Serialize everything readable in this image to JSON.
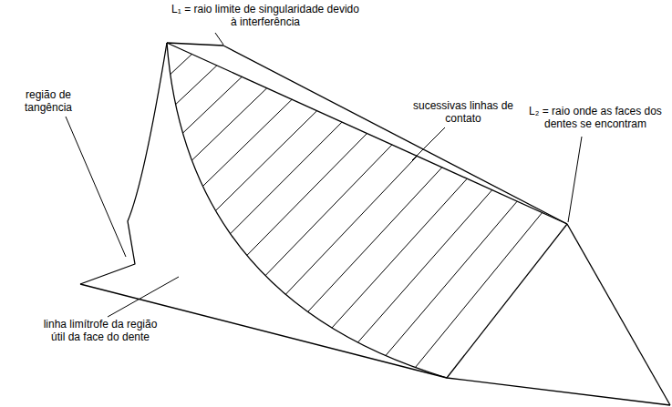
{
  "diagram": {
    "labels": [
      "L₁ = raio limite de singularidade devido à interferência",
      "região de tangência",
      "sucessivas linhas de contato",
      "L₂ = raio onde as faces dos dentes se encontram",
      "linha limítrofe da região útil da face do dente"
    ]
  }
}
